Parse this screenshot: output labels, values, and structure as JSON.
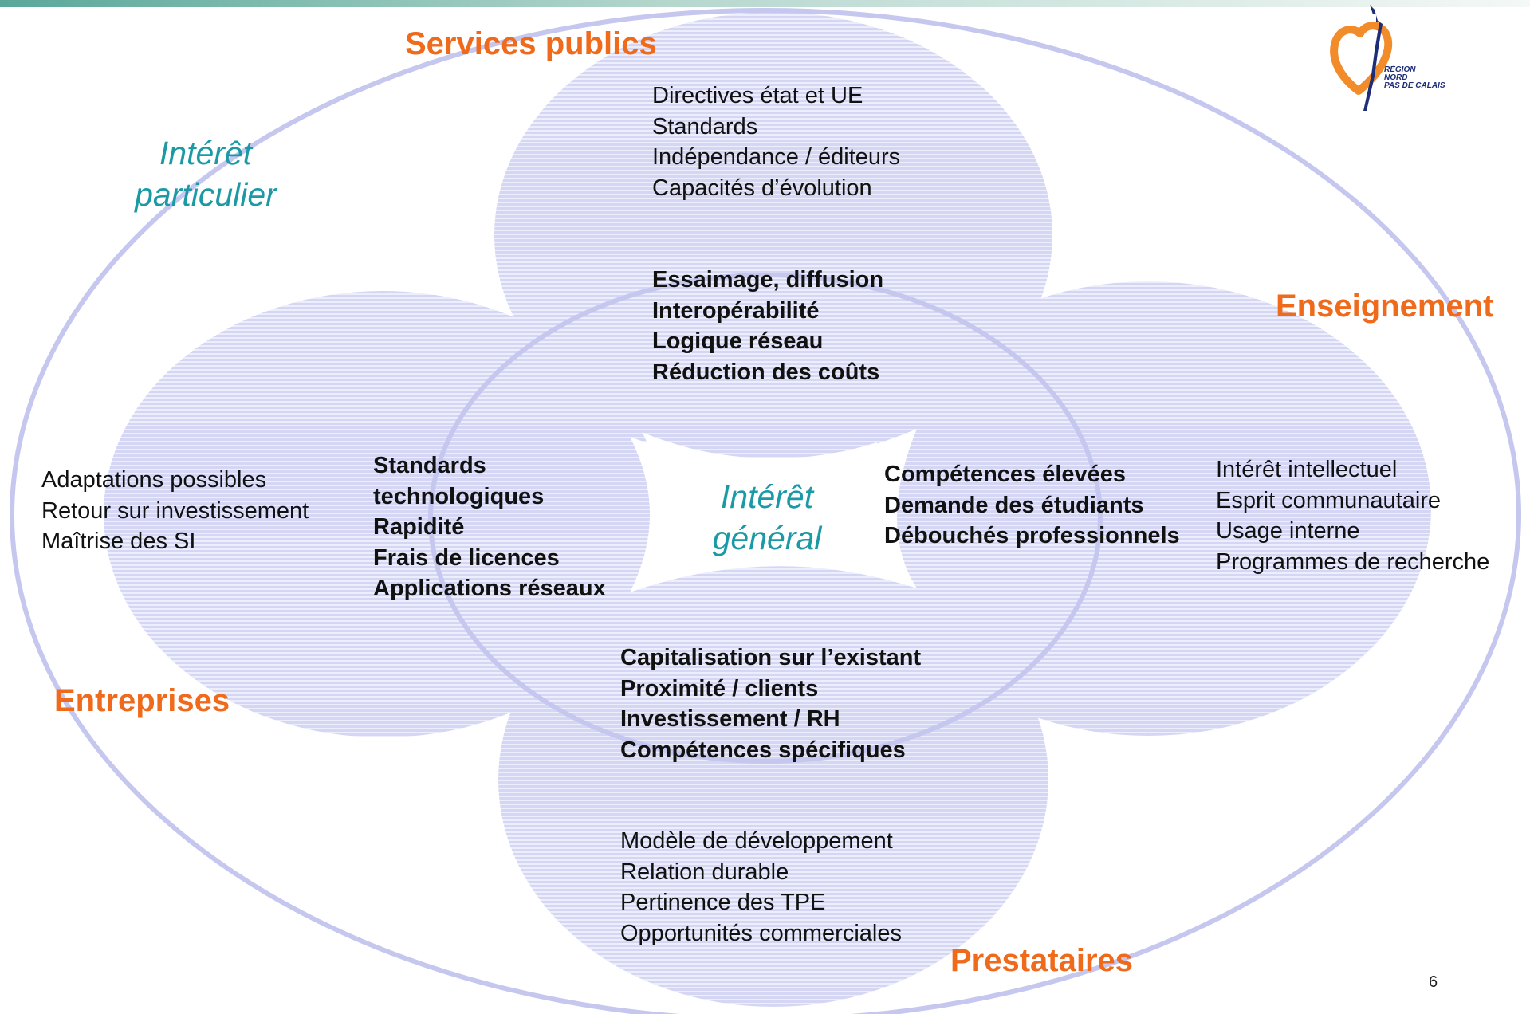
{
  "colors": {
    "petal_stripe": "#d4d6f3",
    "petal_gap": "#eceefb",
    "outline": "#c5c7ef",
    "category_label": "#f06a1c",
    "interest_label": "#1b9aa6",
    "logo_orange": "#f28b2a",
    "logo_navy": "#1d2d78"
  },
  "outer_label": {
    "lines": [
      "Intérêt",
      "particulier"
    ]
  },
  "center_label": {
    "lines": [
      "Intérêt",
      "général"
    ]
  },
  "categories": {
    "services_publics": "Services publics",
    "enseignement": "Enseignement",
    "entreprises": "Entreprises",
    "prestataires": "Prestataires"
  },
  "services_publics": {
    "items": [
      "Directives état et UE",
      "Standards",
      "Indépendance / éditeurs",
      "Capacités d’évolution"
    ],
    "shared": [
      "Essaimage, diffusion",
      "Interopérabilité",
      "Logique réseau",
      "Réduction des coûts"
    ]
  },
  "entreprises": {
    "items": [
      "Adaptations possibles",
      "Retour sur investissement",
      "Maîtrise des SI"
    ],
    "shared": [
      "Standards",
      "technologiques",
      "Rapidité",
      "Frais de licences",
      "Applications réseaux"
    ]
  },
  "enseignement": {
    "shared": [
      "Compétences élevées",
      "Demande des étudiants",
      "Débouchés professionnels"
    ],
    "items": [
      "Intérêt intellectuel",
      "Esprit communautaire",
      "Usage interne",
      "Programmes de recherche"
    ]
  },
  "prestataires": {
    "shared": [
      "Capitalisation sur l’existant",
      "Proximité / clients",
      "Investissement / RH",
      "Compétences spécifiques"
    ],
    "items": [
      "Modèle de développement",
      "Relation durable",
      "Pertinence des TPE",
      "Opportunités commerciales"
    ]
  },
  "logo": {
    "lines": [
      "RÉGION",
      "NORD",
      "PAS DE CALAIS"
    ]
  },
  "page_number": "6"
}
